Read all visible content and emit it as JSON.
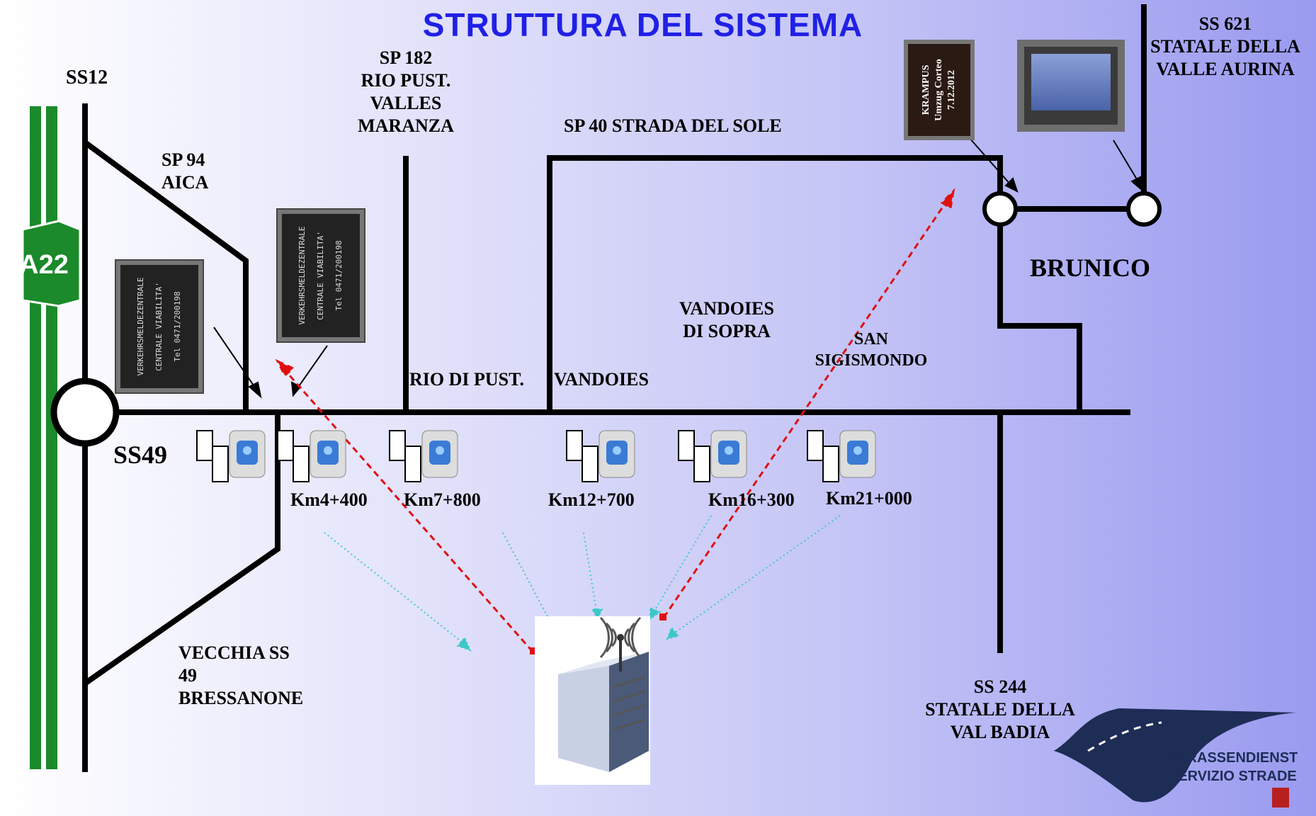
{
  "title": "STRUTTURA DEL SISTEMA",
  "roads": {
    "ss12": "SS12",
    "sp94": "SP 94\nAICA",
    "sp182": "SP 182\nRIO PUST.\nVALLES\nMARANZA",
    "sp40": "SP 40 STRADA DEL SOLE",
    "ss621": "SS 621\nSTATALE DELLA\nVALLE AURINA",
    "ss49": "SS49",
    "vecchia": "VECCHIA SS\n49\nBRESSANONE",
    "ss244": "SS 244\nSTATALE DELLA\nVAL BADIA",
    "a22": "A22"
  },
  "places": {
    "brunico": "BRUNICO",
    "vandoies_sopra": "VANDOIES\nDI SOPRA",
    "san_sigismondo": "SAN\nSIGISMONDO",
    "rio_di_pust": "RIO DI PUST.",
    "vandoies": "VANDOIES"
  },
  "stations": [
    "Km4+400",
    "Km7+800",
    "Km12+700",
    "Km16+300",
    "Km21+000"
  ],
  "vms_signs": {
    "sign1": "VERKEHRSMELDEZENTRALE\nCENTRALE VIABILITA'\nTel 0471/200198",
    "sign2": "VERKEHRSMELDEZENTRALE\nCENTRALE VIABILITA'\nTel 0471/200198",
    "sign3": "KRAMPUS\nUmzug Corteo\n7.12.2012"
  },
  "logo": {
    "line1": "STRASSENDIENST",
    "line2": "SERVIZIO STRADE"
  },
  "colors": {
    "title": "#2020e6",
    "a22_green": "#1a8a2a",
    "road": "#000000",
    "data_link": "#3cc8c8",
    "vms_link": "#e01010"
  }
}
